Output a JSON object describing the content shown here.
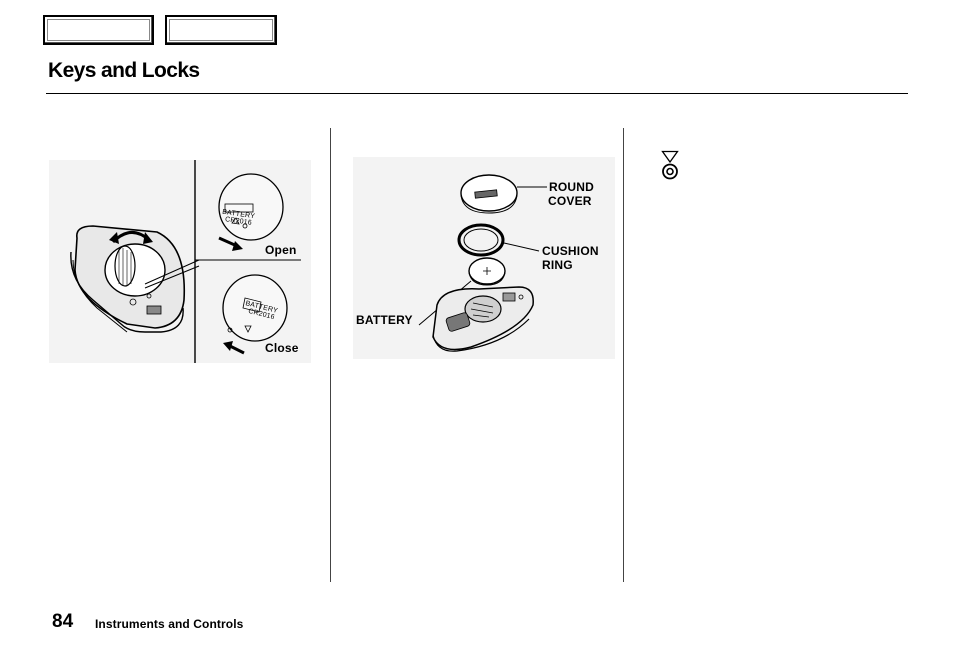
{
  "header": {
    "title": "Keys and Locks"
  },
  "figure_left": {
    "open_label": "Open",
    "close_label": "Close",
    "battery_text": "BATTERY",
    "battery_model": "CR2016"
  },
  "figure_middle": {
    "round_cover_label_1": "ROUND",
    "round_cover_label_2": "COVER",
    "cushion_ring_label_1": "CUSHION",
    "cushion_ring_label_2": "RING",
    "battery_label": "BATTERY"
  },
  "footer": {
    "page_number": "84",
    "section": "Instruments and Controls"
  },
  "colors": {
    "figure_bg": "#f3f3f3",
    "line": "#000000"
  },
  "icons": [
    "triangle-down-icon",
    "target-circle-icon"
  ]
}
